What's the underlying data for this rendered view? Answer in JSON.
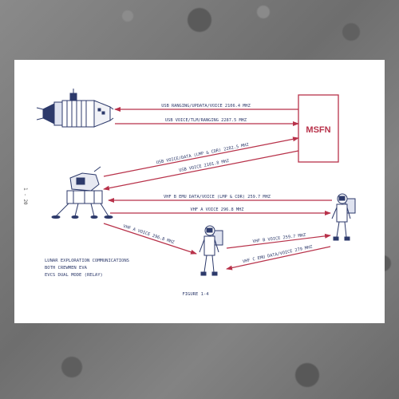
{
  "page_number": "1 - 20",
  "msfn_label": "MSFN",
  "links": {
    "usb_ranging_updata": "USB RANGING/UPDATA/VOICE 2106.4 MHZ",
    "usb_voice_tlm_ranging": "USB VOICE/TLM/RANGING 2287.5 MHZ",
    "usb_voice_data_lm": "USB VOICE/DATA (LMP & CDR) 2282.5 MHZ",
    "usb_voice_down": "USB VOICE 2101.8 MHZ",
    "vhf_b_emu_data": "VHF B EMU DATA/VOICE (LMP & CDR) 259.7 MHZ",
    "vhf_a_voice_lm": "VHF A VOICE 296.8 MHZ",
    "vhf_a_voice_eva": "VHF A VOICE 296.8 MHZ",
    "vhf_b_voice": "VHF B VOICE 259.7 MHZ",
    "vhf_c_emu_data": "VHF C EMU DATA/VOICE 279 MHZ"
  },
  "caption": {
    "line1": "LUNAR EXPLORATION COMMUNICATIONS",
    "line2": "BOTH CREWMEN EVA",
    "line3": "EVCS DUAL MODE (RELAY)"
  },
  "figure_label": "FIGURE 1-4",
  "colors": {
    "ink": "#2d3a6b",
    "accent": "#b8324a",
    "sheet": "#ffffff"
  }
}
